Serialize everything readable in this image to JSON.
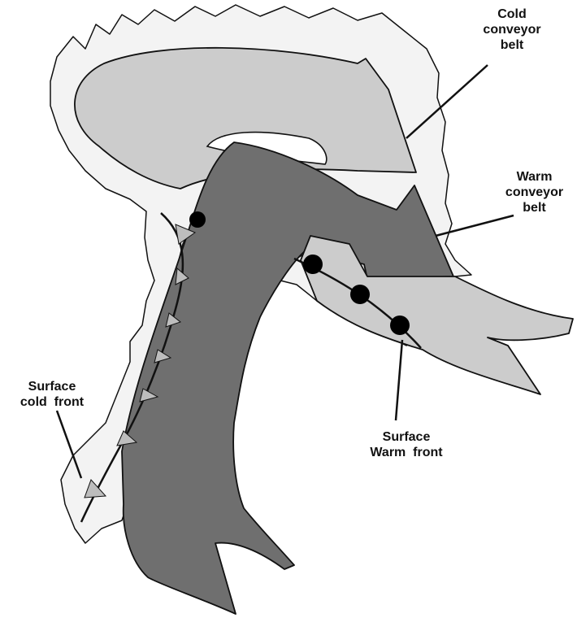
{
  "labels": {
    "cold_conveyor_belt": [
      "Cold",
      "conveyor",
      "belt"
    ],
    "warm_conveyor_belt": [
      "Warm",
      "conveyor",
      "belt"
    ],
    "surface_cold_front": [
      "Surface",
      "cold  front"
    ],
    "surface_warm_front": [
      "Surface",
      "Warm  front"
    ]
  },
  "colors": {
    "cloud_region": "#f3f3f3",
    "cold_conveyor_belt": "#cccccc",
    "warm_conveyor_belt": "#6f6f6f",
    "outline": "#111111",
    "cold_front_triangles": "#bdbdbd",
    "warm_front_semicircles": "#000000"
  }
}
